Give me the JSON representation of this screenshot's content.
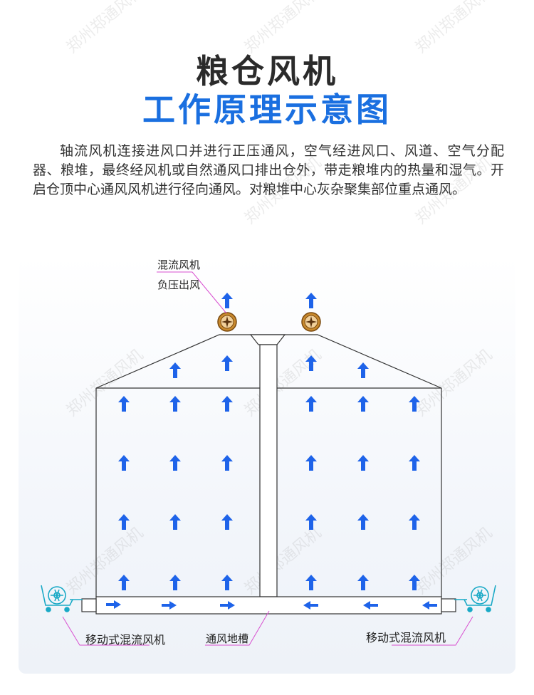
{
  "header": {
    "title": "粮仓风机",
    "subtitle": "工作原理示意图"
  },
  "intro": "轴流风机连接进风口并进行正压通风，空气经进风口、风道、空气分配器、粮堆，最终经风机或自然通风口排出仓外，带走粮堆内的热量和湿气。开启仓顶中心通风风机进行径向通风。对粮堆中心灰杂聚集部位重点通风。",
  "watermark": "郑州郑通风机",
  "labels": {
    "top_fan_line1": "混流风机",
    "top_fan_line2": "负压出风",
    "left_fan": "移动式混流风机",
    "duct": "通风地槽",
    "right_fan": "移动式混流风机"
  },
  "colors": {
    "title": "#2b2b2b",
    "subtitle": "#1a6fe0",
    "arrow": "#1e63e9",
    "leader": "#d84fd0",
    "outline": "#333333"
  },
  "icons": {
    "top_fans": "axial-fan-icon",
    "side_fans": "mobile-fan-cart-icon",
    "arrows": "arrow-up-icon"
  }
}
